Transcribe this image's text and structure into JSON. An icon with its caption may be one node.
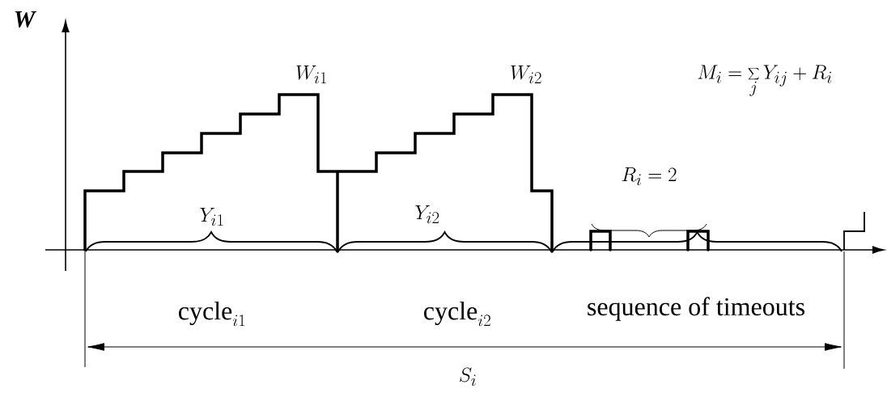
{
  "diagram": {
    "labels": [
      "W",
      "W_{i1}",
      "W_{i2}",
      "M_i = \\sum_j Y_{ij} + R_i",
      "R_i = 2",
      "Y_{i1}",
      "Y_{i2}",
      "\\mathrm{cycle}_{i1}",
      "\\mathrm{cycle}_{i2}",
      "sequence of timeouts",
      "S_i"
    ]
  }
}
